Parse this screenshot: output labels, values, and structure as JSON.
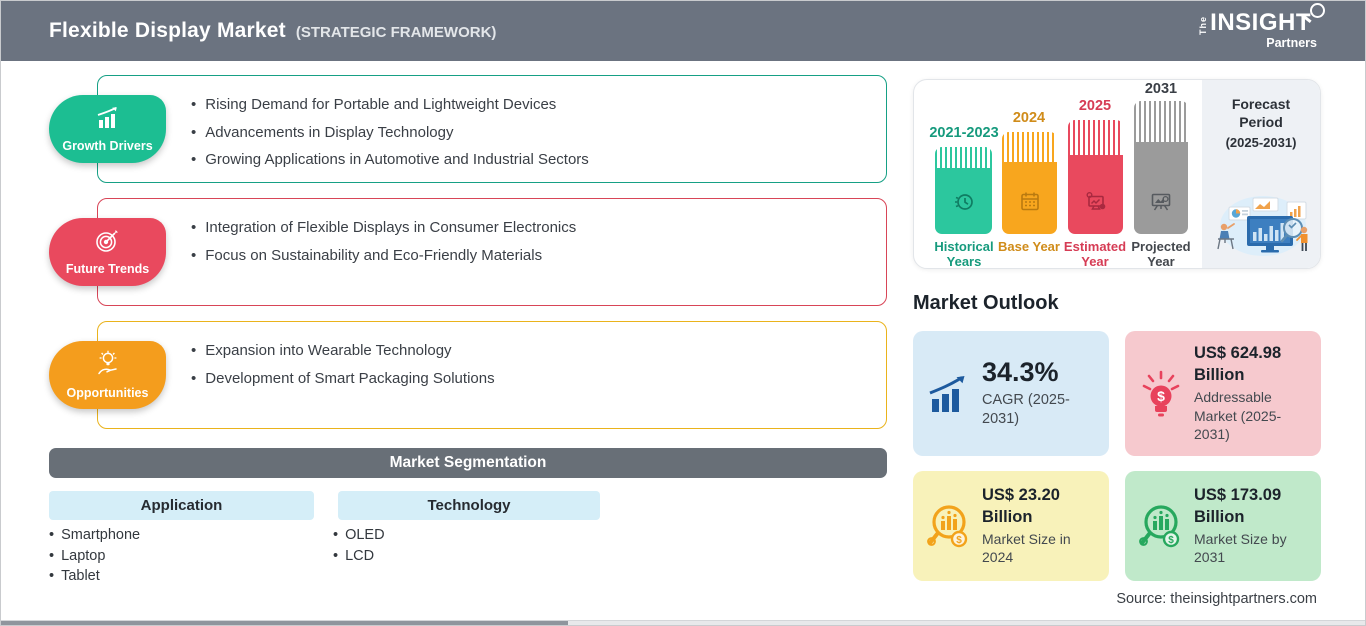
{
  "header": {
    "title": "Flexible Display Market",
    "subtitle": "(STRATEGIC FRAMEWORK)",
    "logo": {
      "the": "The",
      "insight": "INSIGHT",
      "partners": "Partners",
      "icon": "magnifier-lens-icon"
    }
  },
  "colors": {
    "header_bar": "#6b7380",
    "segmentation_bar": "#686f77",
    "growth_drivers": "#1cbe92",
    "future_trends": "#e9495e",
    "opportunities": "#f49d1d",
    "bar_historical": "#2cc79e",
    "bar_base": "#f8a61e",
    "bar_estimated": "#e9495e",
    "bar_projected": "#9b9b9b",
    "card_cagr_bg": "#d8eaf6",
    "card_tam_bg": "#f6c9ce",
    "card_2024_bg": "#f8f2ba",
    "card_2031_bg": "#c0e9ca"
  },
  "framework": {
    "sections": [
      {
        "label": "Growth Drivers",
        "icon": "growth-chart-icon",
        "items": [
          "Rising Demand for Portable and Lightweight Devices",
          "Advancements in Display Technology",
          "Growing Applications in Automotive and Industrial Sectors"
        ]
      },
      {
        "label": "Future Trends",
        "icon": "target-dart-icon",
        "items": [
          "Integration of Flexible Displays in Consumer Electronics",
          "Focus on Sustainability and Eco-Friendly Materials"
        ]
      },
      {
        "label": "Opportunities",
        "icon": "bulb-hand-icon",
        "items": [
          "Expansion into Wearable Technology",
          "Development of Smart Packaging Solutions"
        ]
      }
    ]
  },
  "segmentation": {
    "title": "Market Segmentation",
    "columns": [
      {
        "header": "Application",
        "items": [
          "Smartphone",
          "Laptop",
          "Tablet"
        ]
      },
      {
        "header": "Technology",
        "items": [
          "OLED",
          "LCD"
        ]
      }
    ]
  },
  "timeline": {
    "bars": [
      {
        "year": "2021-2023",
        "label": "Historical Years",
        "icon": "clock-history-icon"
      },
      {
        "year": "2024",
        "label": "Base Year",
        "icon": "calendar-icon"
      },
      {
        "year": "2025",
        "label": "Estimated Year",
        "icon": "monitor-gear-icon"
      },
      {
        "year": "2031",
        "label": "Projected Year",
        "icon": "presentation-chart-icon"
      }
    ],
    "forecast": {
      "title": "Forecast Period",
      "range": "(2025-2031)",
      "illustration": "analysts-dashboard-illustration"
    }
  },
  "outlook": {
    "title": "Market Outlook",
    "cards": [
      {
        "value": "34.3%",
        "desc": "CAGR (2025-2031)",
        "icon": "growth-arrow-chart-icon"
      },
      {
        "value": "US$ 624.98 Billion",
        "desc": "Addressable Market (2025-2031)",
        "icon": "dollar-bulb-icon"
      },
      {
        "value": "US$ 23.20 Billion",
        "desc": "Market Size in 2024",
        "icon": "magnifier-bars-orange-icon"
      },
      {
        "value": "US$ 173.09 Billion",
        "desc": "Market Size by 2031",
        "icon": "magnifier-bars-green-icon"
      }
    ]
  },
  "source": "Source: theinsightpartners.com"
}
